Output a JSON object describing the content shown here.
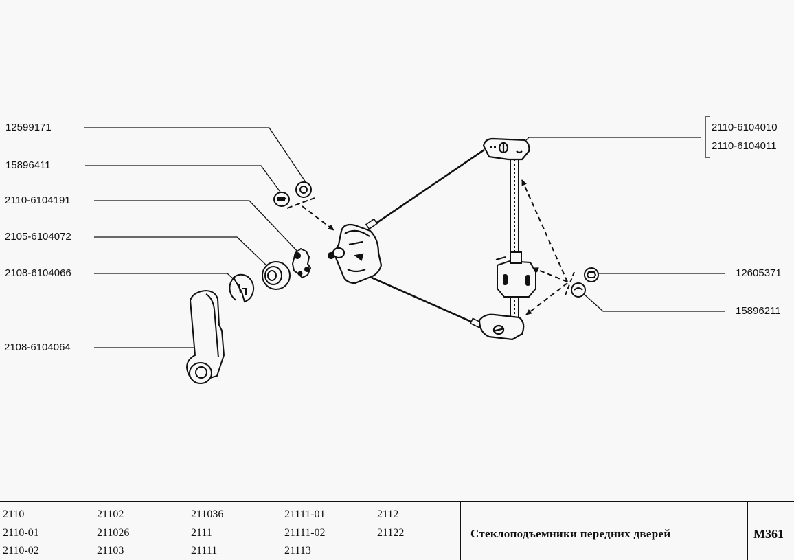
{
  "diagram": {
    "title": "Стеклоподъемники передних дверей",
    "code": "M361",
    "callouts_left": [
      {
        "id": "c1",
        "part_number": "12599171"
      },
      {
        "id": "c2",
        "part_number": "15896411"
      },
      {
        "id": "c3",
        "part_number": "2110-6104191"
      },
      {
        "id": "c4",
        "part_number": "2105-6104072"
      },
      {
        "id": "c5",
        "part_number": "2108-6104066"
      },
      {
        "id": "c6",
        "part_number": "2108-6104064"
      }
    ],
    "callouts_right": [
      {
        "id": "r1",
        "part_numbers": [
          "2110-6104010",
          "2110-6104011"
        ]
      },
      {
        "id": "r2",
        "part_number": "12605371"
      },
      {
        "id": "r3",
        "part_number": "15896211"
      }
    ],
    "components": [
      "window-regulator-mechanism",
      "crank-handle",
      "handle-trim-plate",
      "handle-spacer-washer",
      "drive-adapter",
      "nut",
      "washer"
    ]
  },
  "footer": {
    "models": [
      [
        "2110",
        "21102",
        "211036",
        "21111-01",
        "2112"
      ],
      [
        "2110-01",
        "211026",
        "2111",
        "21111-02",
        "21122"
      ],
      [
        "2110-02",
        "21103",
        "21111",
        "21113",
        ""
      ]
    ]
  }
}
